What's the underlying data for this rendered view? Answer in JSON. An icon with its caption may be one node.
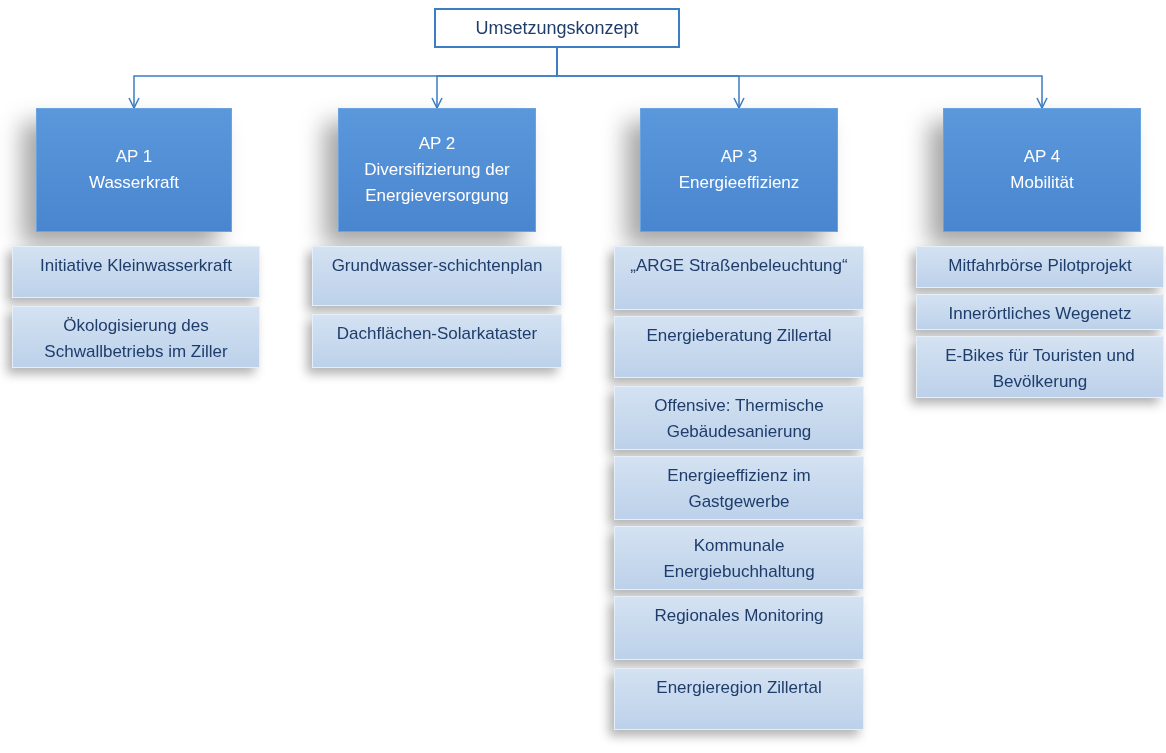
{
  "diagram": {
    "nodes": [
      {
        "text": [
          "Umsetzungskonzept"
        ]
      },
      {
        "text": [
          "AP 1",
          "Wasserkraft"
        ]
      },
      {
        "text": [
          "AP 2",
          "Diversifizierung der Energieversorgung"
        ]
      },
      {
        "text": [
          "AP 3",
          "Energieeffizienz"
        ]
      },
      {
        "text": [
          "AP 4",
          "Mobilität"
        ]
      },
      {
        "text": [
          "Initiative Kleinwasserkraft"
        ]
      },
      {
        "text": [
          "Ökologisierung des Schwallbetriebs im Ziller"
        ]
      },
      {
        "text": [
          "Grundwasser-schichtenplan"
        ]
      },
      {
        "text": [
          "Dachflächen-Solarkataster"
        ]
      },
      {
        "text": [
          "„ARGE Straßenbeleuchtung“"
        ]
      },
      {
        "text": [
          "Energieberatung Zillertal"
        ]
      },
      {
        "text": [
          "Offensive: Thermische Gebäudesanierung"
        ]
      },
      {
        "text": [
          "Energieeffizienz im Gastgewerbe"
        ]
      },
      {
        "text": [
          "Kommunale Energiebuchhaltung"
        ]
      },
      {
        "text": [
          "Regionales Monitoring"
        ]
      },
      {
        "text": [
          "Energieregion Zillertal"
        ]
      },
      {
        "text": [
          "Mitfahrbörse Pilotprojekt"
        ]
      },
      {
        "text": [
          "Innerörtliches Wegenetz"
        ]
      },
      {
        "text": [
          "E-Bikes für Touristen und Bevölkerung"
        ]
      }
    ],
    "edges": [
      {
        "from": 0,
        "to": 1,
        "arrow": "to"
      },
      {
        "from": 0,
        "to": 2,
        "arrow": "to"
      },
      {
        "from": 0,
        "to": 3,
        "arrow": "to"
      },
      {
        "from": 0,
        "to": 4,
        "arrow": "to"
      }
    ]
  }
}
